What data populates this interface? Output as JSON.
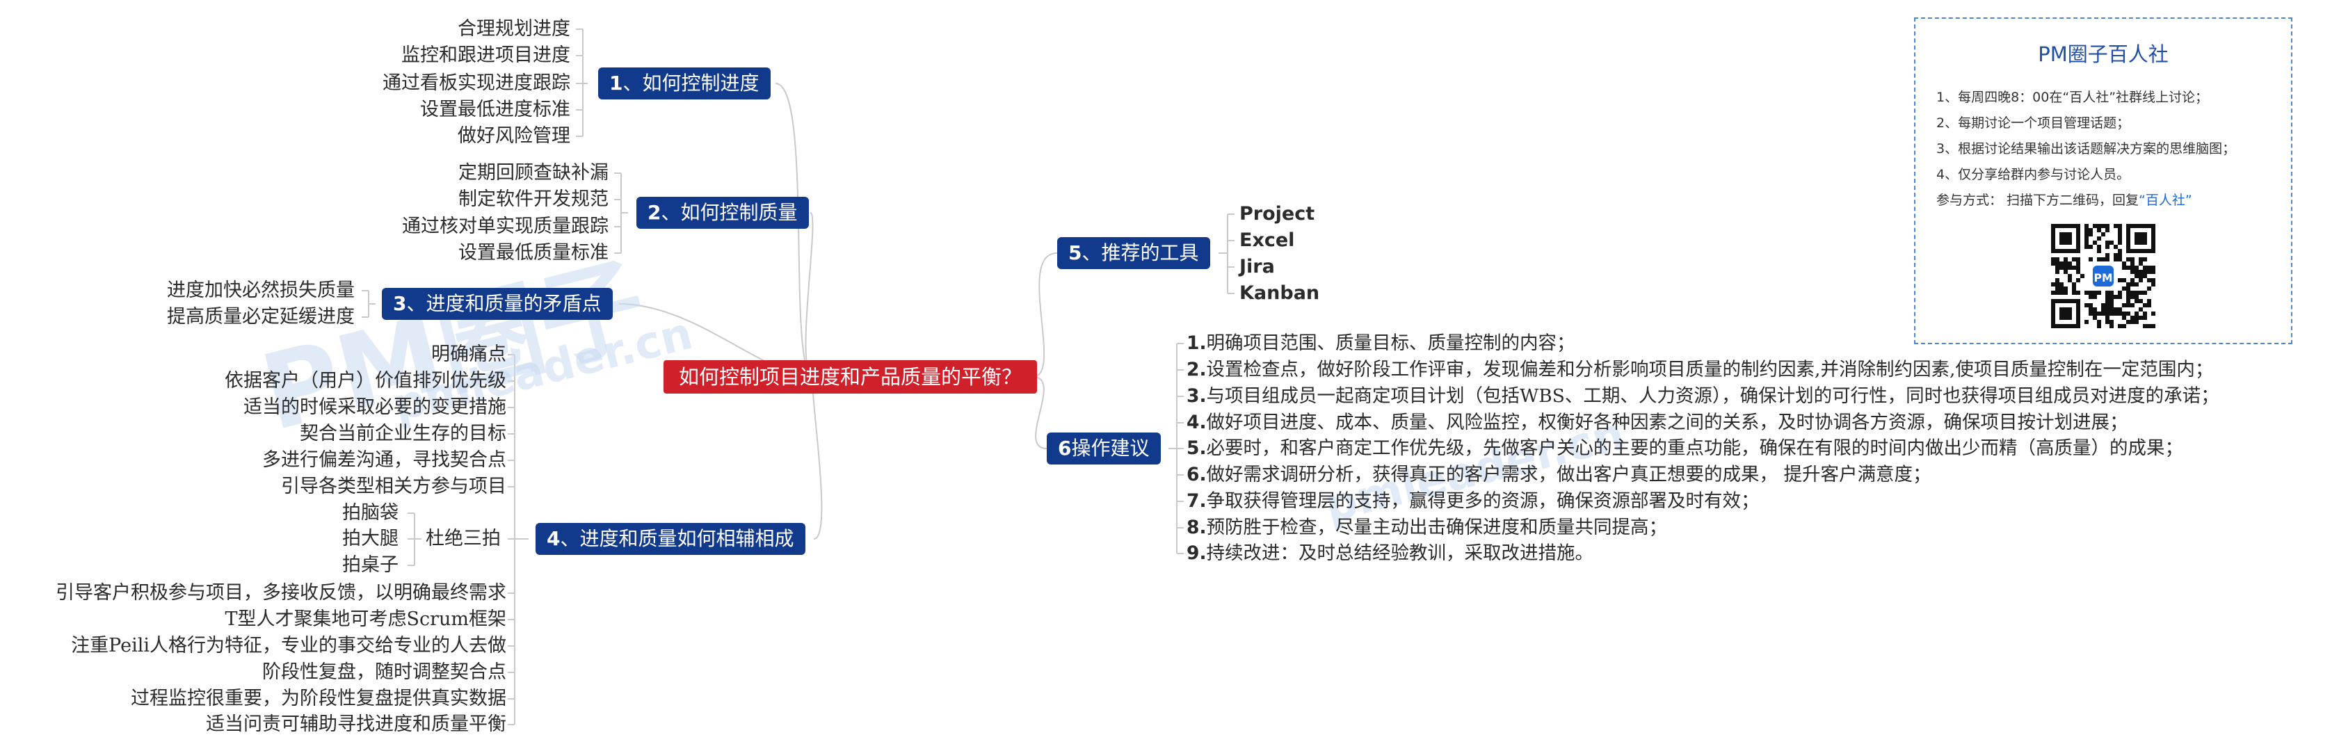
{
  "root": "如何控制项目进度和产品质量的平衡？",
  "watermark": {
    "logo": "PM圈子",
    "url": "pmleader.cn"
  },
  "branch1": {
    "num": "1",
    "label": "、如何控制进度",
    "leaves": [
      "合理规划进度",
      "监控和跟进项目进度",
      "通过看板实现进度跟踪",
      "设置最低进度标准",
      "做好风险管理"
    ]
  },
  "branch2": {
    "num": "2",
    "label": "、如何控制质量",
    "leaves": [
      "定期回顾查缺补漏",
      "制定软件开发规范",
      "通过核对单实现质量跟踪",
      "设置最低质量标准"
    ]
  },
  "branch3": {
    "num": "3",
    "label": "、进度和质量的矛盾点",
    "leaves": [
      "进度加快必然损失质量",
      "提高质量必定延缓进度"
    ]
  },
  "branch4": {
    "num": "4",
    "label": "、进度和质量如何相辅相成",
    "group1": [
      "明确痛点",
      "依据客户（用户）价值排列优先级",
      "适当的时候采取必要的变更措施",
      "契合当前企业生存的目标",
      "多进行偏差沟通，寻找契合点",
      "引导各类型相关方参与项目"
    ],
    "sub": {
      "label": "杜绝三拍",
      "items": [
        "拍脑袋",
        "拍大腿",
        "拍桌子"
      ]
    },
    "group2": [
      "引导客户积极参与项目，多接收反馈，以明确最终需求",
      "T型人才聚集地可考虑Scrum框架",
      "注重Peili人格行为特征，专业的事交给专业的人去做",
      "阶段性复盘，随时调整契合点",
      "过程监控很重要，为阶段性复盘提供真实数据",
      "适当问责可辅助寻找进度和质量平衡"
    ]
  },
  "branch5": {
    "num": "5",
    "label": "、推荐的工具",
    "tools": [
      "Project",
      "Excel",
      "Jira",
      "Kanban"
    ]
  },
  "branch6": {
    "num": "6",
    "label": "操作建议",
    "steps": [
      {
        "n": "1.",
        "text": "明确项目范围、质量目标、质量控制的内容；"
      },
      {
        "n": "2.",
        "text": "设置检查点，做好阶段工作评审，发现偏差和分析影响项目质量的制约因素,并消除制约因素,使项目质量控制在一定范围内；"
      },
      {
        "n": "3.",
        "text": "与项目组成员一起商定项目计划（包括WBS、工期、人力资源），确保计划的可行性，同时也获得项目组成员对进度的承诺；"
      },
      {
        "n": "4.",
        "text": "做好项目进度、成本、质量、风险监控，权衡好各种因素之间的关系，及时协调各方资源，确保项目按计划进展；"
      },
      {
        "n": "5.",
        "text": "必要时，和客户商定工作优先级，先做客户关心的主要的重点功能，确保在有限的时间内做出少而精（高质量）的成果；"
      },
      {
        "n": "6.",
        "text": "做好需求调研分析，获得真正的客户需求，做出客户真正想要的成果， 提升客户满意度；"
      },
      {
        "n": "7.",
        "text": "争取获得管理层的支持，赢得更多的资源，确保资源部署及时有效；"
      },
      {
        "n": "8.",
        "text": "预防胜于检查，尽量主动出击确保进度和质量共同提高；"
      },
      {
        "n": "9.",
        "text": "持续改进：及时总结经验教训，采取改进措施。"
      }
    ]
  },
  "panel": {
    "title": "PM圈子百人社",
    "lines": [
      "1、每周四晚8：00在“百人社”社群线上讨论；",
      "2、每期讨论一个项目管理话题；",
      "3、根据讨论结果输出该话题解决方案的思维脑图；",
      "4、仅分享给群内参与讨论人员。"
    ],
    "join_prefix": "参与方式： 扫描下方二维码，回复",
    "join_keyword": "“百人社”",
    "qr_logo": "PM"
  },
  "colors": {
    "node": "#123a8c",
    "root": "#d0202a",
    "line": "#c9c9c9",
    "panel_border": "#4f86d2",
    "panel_title": "#1f4fa8",
    "highlight": "#1e6ad8"
  }
}
